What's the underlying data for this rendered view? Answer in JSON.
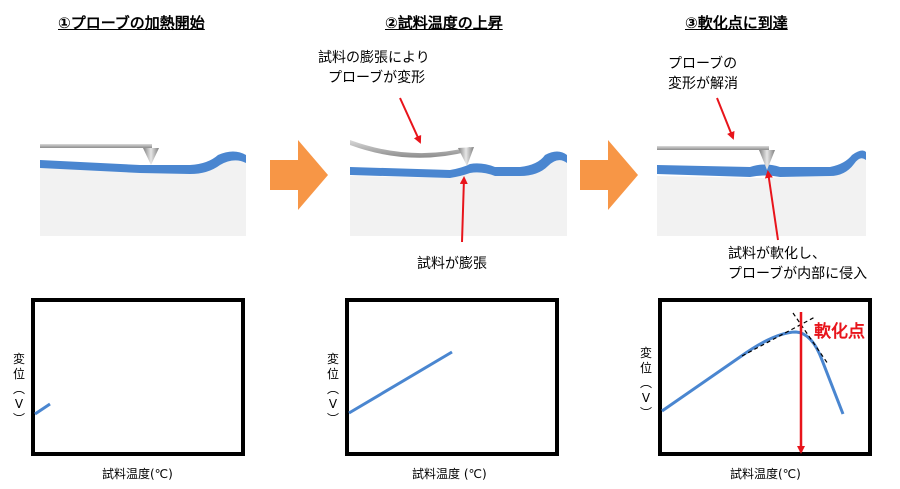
{
  "steps": [
    {
      "title": "①プローブの加熱開始",
      "annotations": [],
      "graph": {
        "xlabel": "試料温度(℃)",
        "ylabel": [
          "変",
          "位",
          "︵",
          "V",
          "︶"
        ]
      }
    },
    {
      "title": "②試料温度の上昇",
      "annotations": [
        {
          "lines": [
            "試料の膨張により",
            "プローブが変形"
          ]
        },
        {
          "lines": [
            "試料が膨張"
          ]
        }
      ],
      "graph": {
        "xlabel": "試料温度 (℃)",
        "ylabel": [
          "変",
          "位",
          "︵",
          "V",
          "︶"
        ]
      }
    },
    {
      "title": "③軟化点に到達",
      "annotations": [
        {
          "lines": [
            "プローブの",
            "変形が解消"
          ]
        },
        {
          "lines": [
            "試料が軟化し、",
            "プローブが内部に侵入"
          ]
        }
      ],
      "graph": {
        "xlabel": "試料温度(℃)",
        "ylabel": [
          "変",
          "位",
          "︵",
          "V",
          "︶"
        ],
        "softening_point_label": "軟化点"
      }
    }
  ],
  "colors": {
    "sample_layer": "#4a86d0",
    "sample_base": "#f2f2f2",
    "arrow": "#f79646",
    "annotation_arrow": "#e8141b",
    "curve": "#4a86d0",
    "graph_frame": "#000000"
  }
}
